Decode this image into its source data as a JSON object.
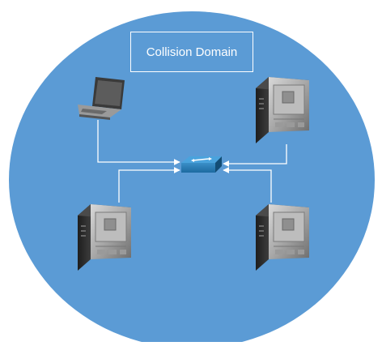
{
  "diagram": {
    "title": "Collision Domain",
    "colors": {
      "domain_fill": "#5b9bd5",
      "link": "#ffffff",
      "hub": "#1f5f8b",
      "server_dark": "#2b2b2b",
      "server_panel": "#9e9e9e"
    },
    "nodes": [
      {
        "id": "laptop",
        "kind": "laptop-icon"
      },
      {
        "id": "server-top-right",
        "kind": "server-icon"
      },
      {
        "id": "server-bottom-left",
        "kind": "server-icon"
      },
      {
        "id": "server-bottom-right",
        "kind": "server-icon"
      },
      {
        "id": "hub",
        "kind": "hub-icon"
      }
    ],
    "links": [
      {
        "from": "laptop",
        "to": "hub"
      },
      {
        "from": "server-top-right",
        "to": "hub"
      },
      {
        "from": "server-bottom-left",
        "to": "hub"
      },
      {
        "from": "server-bottom-right",
        "to": "hub"
      }
    ]
  }
}
